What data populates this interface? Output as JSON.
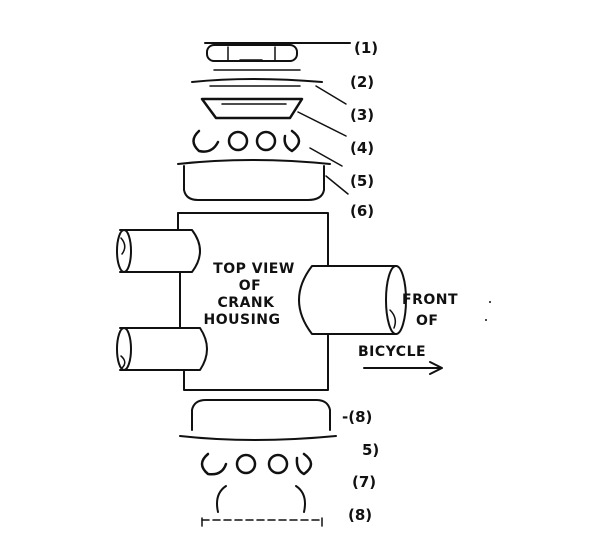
{
  "callouts": {
    "c1": "(1)",
    "c2": "(2)",
    "c3": "(3)",
    "c4": "(4)",
    "c5": "(5)",
    "c6": "(6)",
    "c7": "-(8)",
    "c8": "5)",
    "c9": "(7)",
    "c10": "(8)"
  },
  "housing_label": {
    "line1": "TOP VIEW",
    "line2": "OF",
    "line3": "CRANK",
    "line4": "HOUSING"
  },
  "direction_label": {
    "line1": "FRONT",
    "line2": "OF",
    "line3": "BICYCLE"
  }
}
